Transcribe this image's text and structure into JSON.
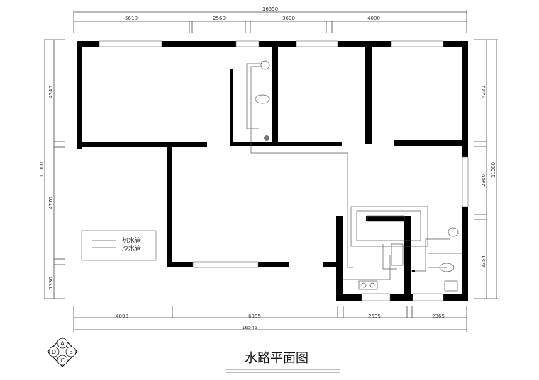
{
  "title": "水路平面图",
  "legend": {
    "hot_water_pipe": "热水管",
    "cold_water_pipe": "冷水管"
  },
  "dimensions": {
    "top_total": "16550",
    "top_segments": [
      "5610",
      "2560",
      "3690",
      "4000"
    ],
    "bottom_total": "16545",
    "bottom_segments": [
      "4090",
      "6995",
      "2535",
      "2365"
    ],
    "left_total": "11000",
    "left_segments": [
      "4340",
      "4770",
      "1330"
    ],
    "right_total": "11000",
    "right_segments": [
      "4220",
      "2960",
      "3354"
    ]
  },
  "compass": {
    "labels": [
      "A",
      "B",
      "C",
      "D"
    ]
  },
  "colors": {
    "wall": "#000000",
    "line": "#444444"
  }
}
